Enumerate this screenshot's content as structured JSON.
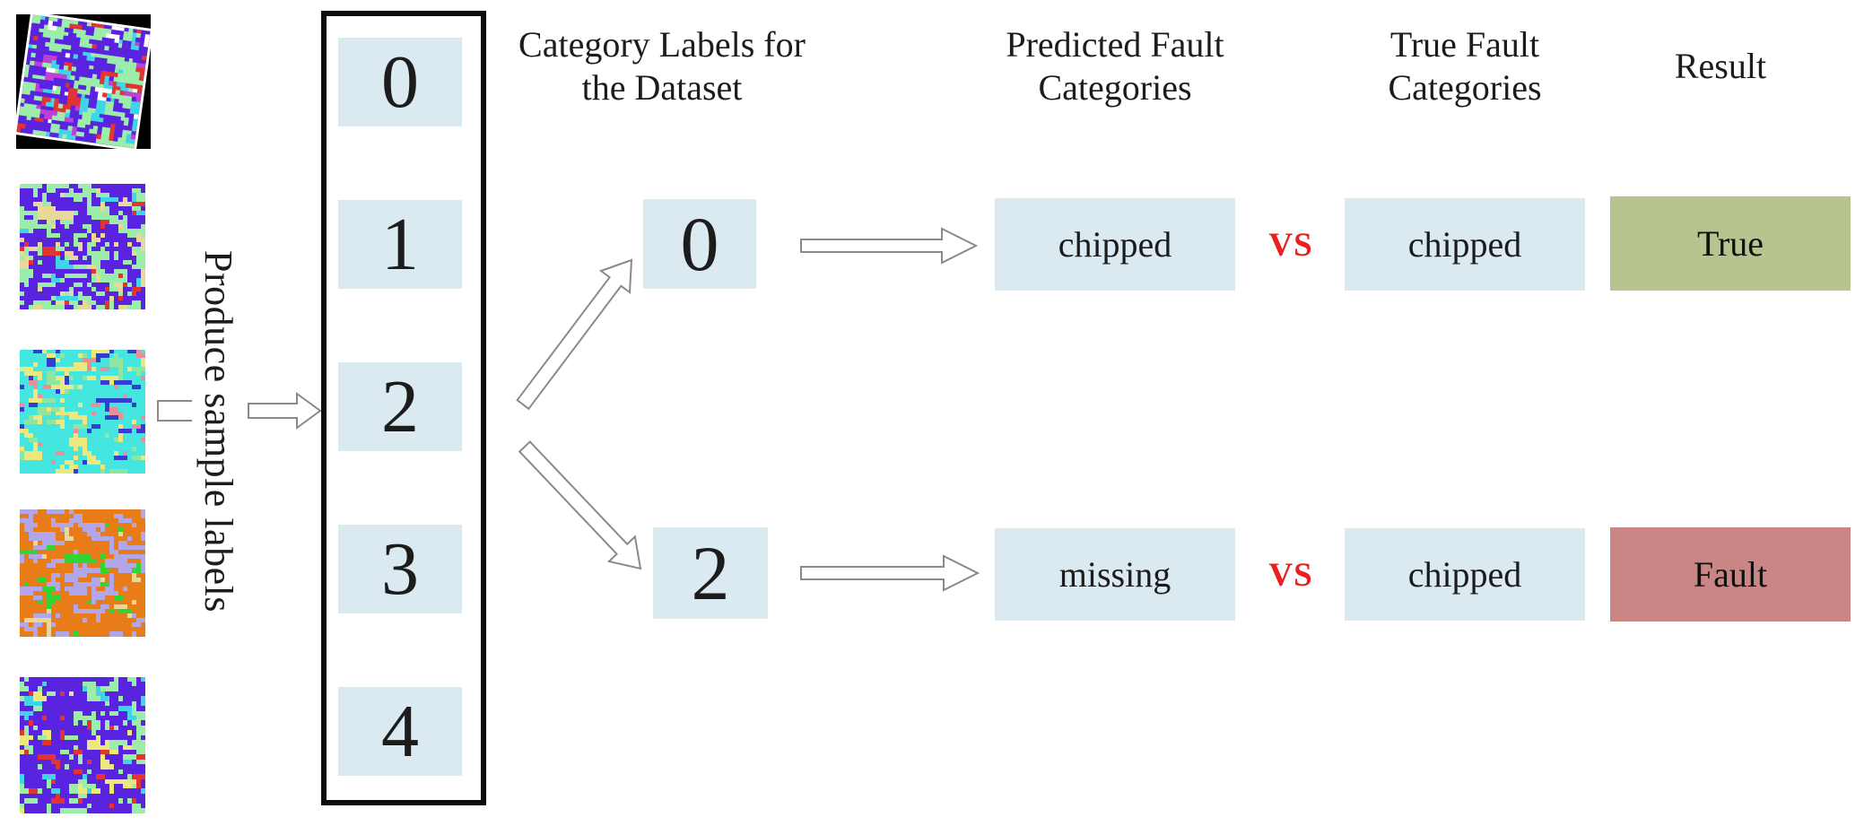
{
  "figure": {
    "background": "#ffffff"
  },
  "colors": {
    "cell_bg": "#dbe9f0",
    "result_true_bg": "#b8c48f",
    "result_fault_bg": "#ca8684",
    "vs_red": "#e8201e",
    "arrow_stroke": "#8a8a8a",
    "column_border": "#0d0d0d",
    "text": "#1c1c1c"
  },
  "icons": {
    "produce_arrow_tail": "arrow-tail-icon",
    "produce_arrow": "arrow-right-icon",
    "to_label_0": "arrow-up-right-icon",
    "to_label_2": "arrow-down-right-icon",
    "row1_arrow": "arrow-right-icon",
    "row2_arrow": "arrow-right-icon"
  },
  "left_panel": {
    "produce_label": "Produce sample labels",
    "sample_images": [
      {
        "name": "sample-spectrogram-1",
        "rotated": true,
        "bg": "#000000",
        "seed": 11,
        "palette": [
          "#5a23e0",
          "#9cecaa",
          "#e23434",
          "#3fd4e8",
          "#c23fd4",
          "#ffffff"
        ],
        "weights": [
          5,
          3.2,
          0.9,
          0.7,
          0.5,
          0.4
        ]
      },
      {
        "name": "sample-spectrogram-2",
        "rotated": false,
        "bg": "#ffffff",
        "seed": 22,
        "palette": [
          "#5a23e0",
          "#9cecaa",
          "#e8d89a",
          "#e23434",
          "#3fd4e8"
        ],
        "weights": [
          5,
          3,
          0.9,
          0.5,
          0.3
        ]
      },
      {
        "name": "sample-spectrogram-3",
        "rotated": false,
        "bg": "#ffffff",
        "seed": 33,
        "palette": [
          "#45e6df",
          "#ece87e",
          "#2f3fd0",
          "#e88f9a",
          "#8fe6a0"
        ],
        "weights": [
          6,
          1.5,
          0.8,
          0.6,
          0.5
        ]
      },
      {
        "name": "sample-spectrogram-4",
        "rotated": false,
        "bg": "#ffffff",
        "seed": 44,
        "palette": [
          "#e87c18",
          "#b3a6e8",
          "#33d433",
          "#e8d89a"
        ],
        "weights": [
          6,
          2.8,
          0.7,
          0.3
        ]
      },
      {
        "name": "sample-spectrogram-5",
        "rotated": false,
        "bg": "#ffffff",
        "seed": 55,
        "palette": [
          "#5a23e0",
          "#9cecaa",
          "#e23434",
          "#ece87e",
          "#3fd4e8"
        ],
        "weights": [
          6,
          2.2,
          0.9,
          0.5,
          0.4
        ]
      }
    ]
  },
  "label_column": {
    "cells": [
      "0",
      "1",
      "2",
      "3",
      "4"
    ]
  },
  "headers": {
    "category_line1": "Category Labels for",
    "category_line2": "the Dataset",
    "predicted_line1": "Predicted Fault",
    "predicted_line2": "Categories",
    "true_line1": "True Fault",
    "true_line2": "Categories",
    "result": "Result"
  },
  "comparisons": [
    {
      "label": "0",
      "predicted": "chipped",
      "vs": "VS",
      "truth": "chipped",
      "result": "True",
      "result_color": "#b8c48f"
    },
    {
      "label": "2",
      "predicted": "missing",
      "vs": "VS",
      "truth": "chipped",
      "result": "Fault",
      "result_color": "#ca8684"
    }
  ]
}
